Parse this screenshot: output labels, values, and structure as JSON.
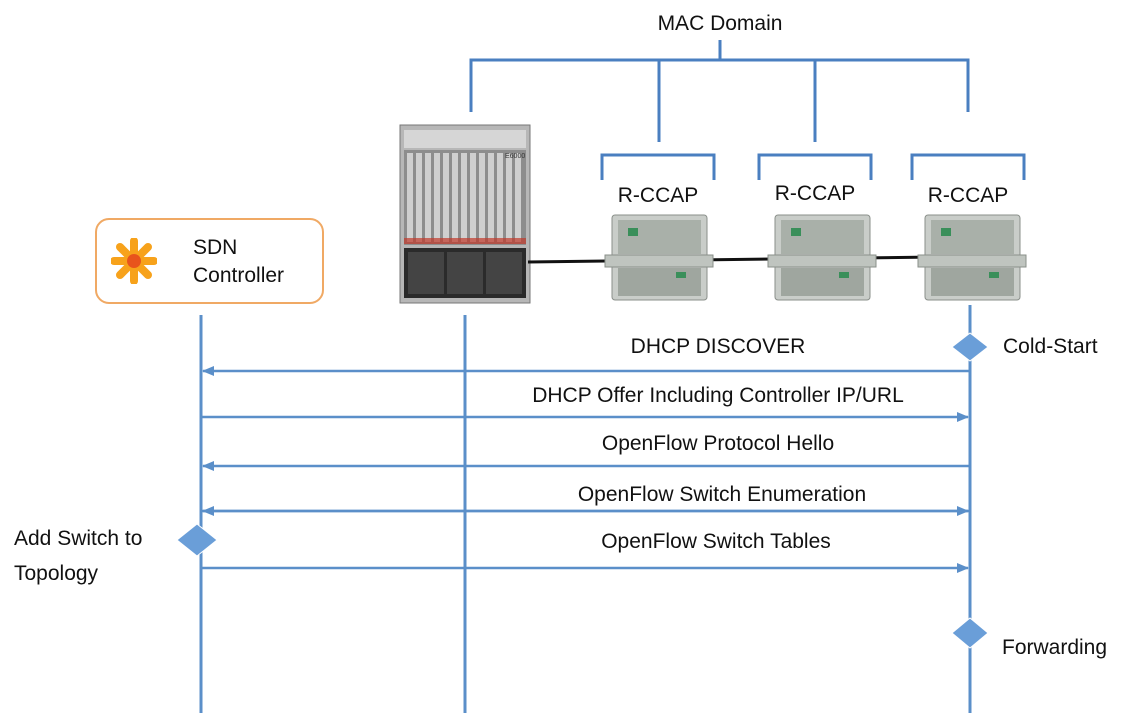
{
  "mac_domain": {
    "label": "MAC Domain"
  },
  "cmts": {
    "badge": "E6000"
  },
  "rccap": {
    "labels": [
      "R-CCAP",
      "R-CCAP",
      "R-CCAP"
    ]
  },
  "controller": {
    "line1": "SDN",
    "line2": "Controller",
    "icon": "sdn-asterisk-icon"
  },
  "messages": [
    "DHCP DISCOVER",
    "DHCP Offer Including Controller IP/URL",
    "OpenFlow Protocol Hello",
    "OpenFlow Switch Enumeration",
    "OpenFlow Switch Tables"
  ],
  "events": {
    "cold_start": "Cold-Start",
    "add_switch_line1": "Add Switch to",
    "add_switch_line2": "Topology",
    "forwarding": "Forwarding"
  },
  "colors": {
    "line": "#5b8fc9",
    "bracket": "#4a7fc0",
    "diamond": "#6a9ed8",
    "box_border": "#f0a964",
    "icon": "#f7a21b"
  }
}
